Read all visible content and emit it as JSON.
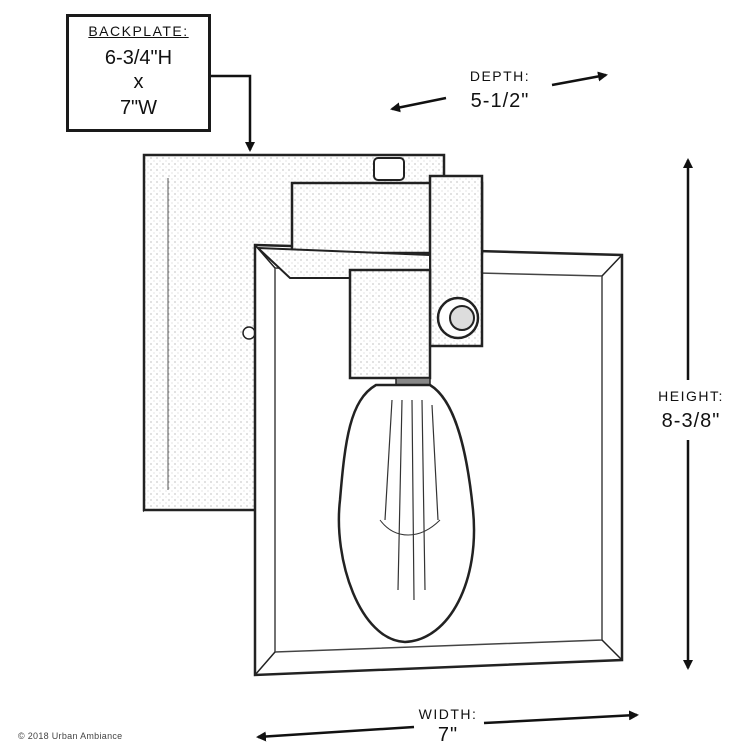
{
  "backplate": {
    "title": "BACKPLATE:",
    "line1": "6-3/4\"H",
    "line2": "x",
    "line3": "7\"W"
  },
  "depth": {
    "label": "DEPTH:",
    "value": "5-1/2\""
  },
  "height": {
    "label": "HEIGHT:",
    "value": "8-3/8\""
  },
  "width": {
    "label": "WIDTH:",
    "value": "7\""
  },
  "copyright": "© 2018 Urban Ambiance"
}
